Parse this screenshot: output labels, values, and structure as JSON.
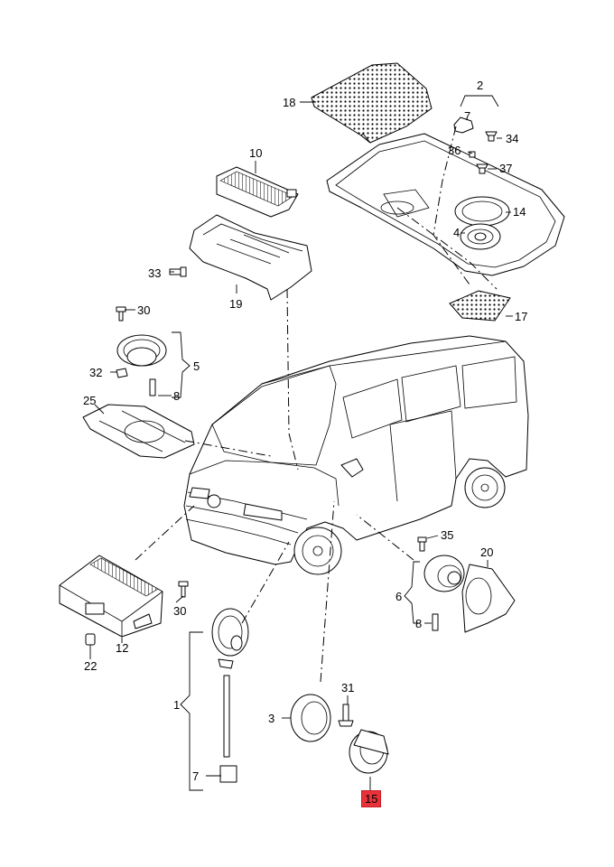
{
  "labels": {
    "l1": "1",
    "l2": "2",
    "l3": "3",
    "l4": "4",
    "l5": "5",
    "l6": "6",
    "l7a": "7",
    "l7b": "7",
    "l8a": "8",
    "l8b": "8",
    "l10": "10",
    "l12": "12",
    "l14": "14",
    "l15": "15",
    "l17": "17",
    "l18": "18",
    "l19": "19",
    "l20": "20",
    "l22": "22",
    "l25": "25",
    "l30a": "30",
    "l30b": "30",
    "l31": "31",
    "l32": "32",
    "l33": "33",
    "l34": "34",
    "l35": "35",
    "l36": "36",
    "l37": "37"
  },
  "highlight": {
    "part": "15",
    "color": "#e8323a"
  }
}
